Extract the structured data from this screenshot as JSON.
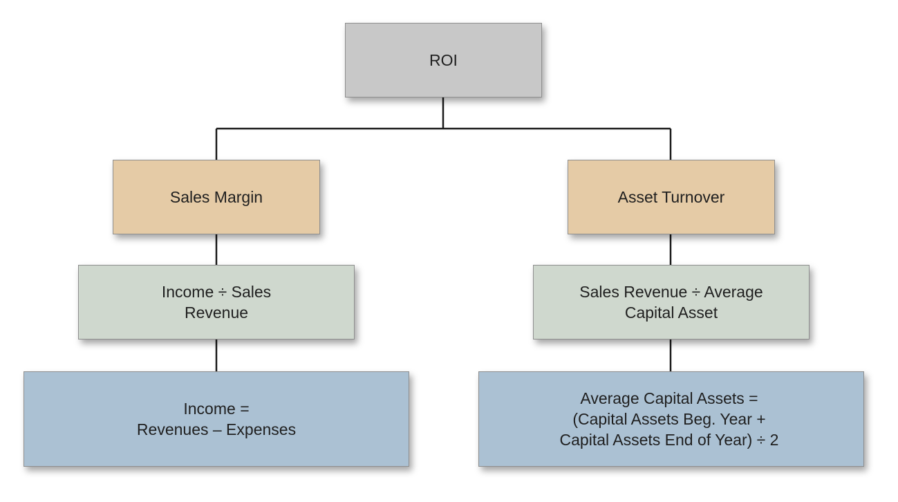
{
  "diagram": {
    "root": {
      "label": "ROI"
    },
    "left_branch": {
      "label": "Sales Margin",
      "formula": "Income ÷ Sales\nRevenue",
      "detail": "Income =\nRevenues – Expenses"
    },
    "right_branch": {
      "label": "Asset Turnover",
      "formula": "Sales Revenue ÷ Average\nCapital Asset",
      "detail": "Average Capital Assets =\n(Capital Assets Beg. Year +\nCapital Assets End of Year) ÷ 2"
    }
  },
  "colors": {
    "root_fill": "#c8c8c8",
    "branch_fill": "#e5cba6",
    "formula_fill": "#cfd8ce",
    "detail_fill": "#abc1d3",
    "connector": "#1a1a1a"
  }
}
